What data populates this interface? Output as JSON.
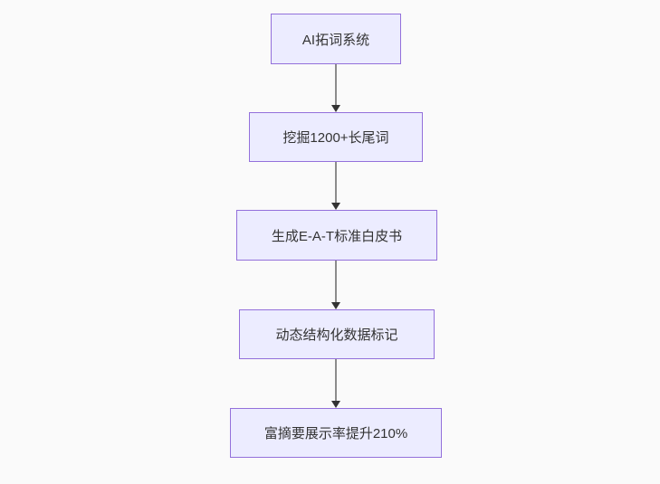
{
  "flowchart": {
    "theme": {
      "canvas_bg": "#fafafa",
      "node_fill": "#ECECFF",
      "node_border": "#9370DB",
      "text_color": "#333333",
      "edge_line_color": "#8c8c8c",
      "edge_head_color": "#333333"
    },
    "nodes": [
      {
        "label": "AI拓词系统"
      },
      {
        "label": "挖掘1200+长尾词"
      },
      {
        "label": "生成E-A-T标准白皮书"
      },
      {
        "label": "动态结构化数据标记"
      },
      {
        "label": "富摘要展示率提升210%"
      }
    ],
    "edges": [
      {
        "from": "AI拓词系统",
        "to": "挖掘1200+长尾词"
      },
      {
        "from": "挖掘1200+长尾词",
        "to": "生成E-A-T标准白皮书"
      },
      {
        "from": "生成E-A-T标准白皮书",
        "to": "动态结构化数据标记"
      },
      {
        "from": "动态结构化数据标记",
        "to": "富摘要展示率提升210%"
      }
    ]
  }
}
